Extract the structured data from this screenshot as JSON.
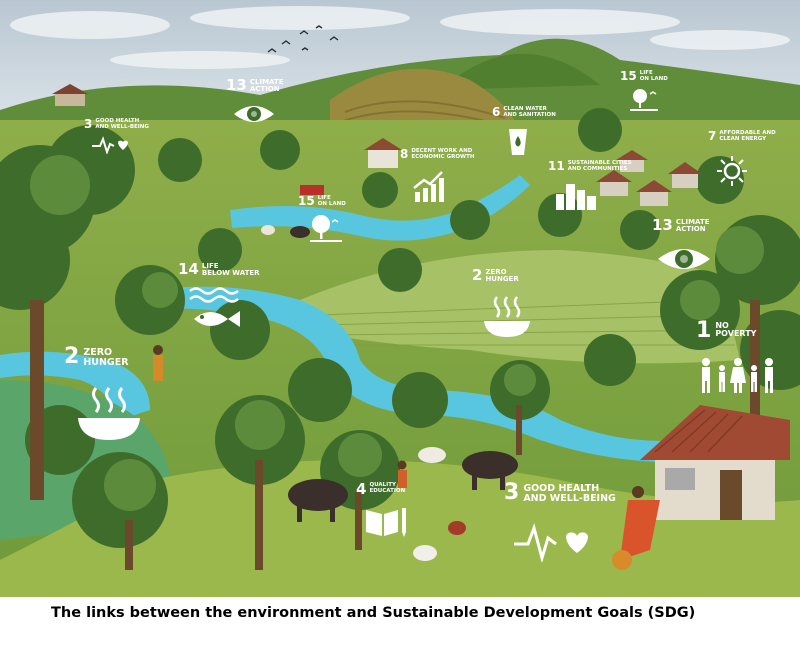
{
  "caption": "The links between the environment and Sustainable Development Goals (SDG)",
  "goals": {
    "climate_top": {
      "number": "13",
      "label": "CLIMATE\nACTION",
      "icon": "earth-eye-icon"
    },
    "health_topleft": {
      "number": "3",
      "label": "GOOD HEALTH\nAND WELL-BEING",
      "icon": "heartbeat-icon"
    },
    "land_topright": {
      "number": "15",
      "label": "LIFE\nON LAND",
      "icon": "tree-bird-icon"
    },
    "water_sanitation": {
      "number": "6",
      "label": "CLEAN WATER\nAND SANITATION",
      "icon": "water-glass-icon"
    },
    "decent_work": {
      "number": "8",
      "label": "DECENT WORK AND\nECONOMIC GROWTH",
      "icon": "growth-chart-icon"
    },
    "energy": {
      "number": "7",
      "label": "AFFORDABLE AND\nCLEAN ENERGY",
      "icon": "sun-icon"
    },
    "cities": {
      "number": "11",
      "label": "SUSTAINABLE CITIES\nAND COMMUNITIES",
      "icon": "city-buildings-icon"
    },
    "land_mid": {
      "number": "15",
      "label": "LIFE\nON LAND",
      "icon": "tree-bird-icon"
    },
    "climate_right": {
      "number": "13",
      "label": "CLIMATE\nACTION",
      "icon": "earth-eye-icon"
    },
    "below_water": {
      "number": "14",
      "label": "LIFE\nBELOW WATER",
      "icon": "fish-waves-icon"
    },
    "hunger_center": {
      "number": "2",
      "label": "ZERO\nHUNGER",
      "icon": "steaming-bowl-icon"
    },
    "no_poverty": {
      "number": "1",
      "label": "NO\nPOVERTY",
      "icon": "family-icon"
    },
    "hunger_left": {
      "number": "2",
      "label": "ZERO\nHUNGER",
      "icon": "steaming-bowl-icon"
    },
    "education": {
      "number": "4",
      "label": "QUALITY\nEDUCATION",
      "icon": "book-pencil-icon"
    },
    "health_bottom": {
      "number": "3",
      "label": "GOOD HEALTH\nAND WELL-BEING",
      "icon": "heartbeat-icon"
    }
  }
}
